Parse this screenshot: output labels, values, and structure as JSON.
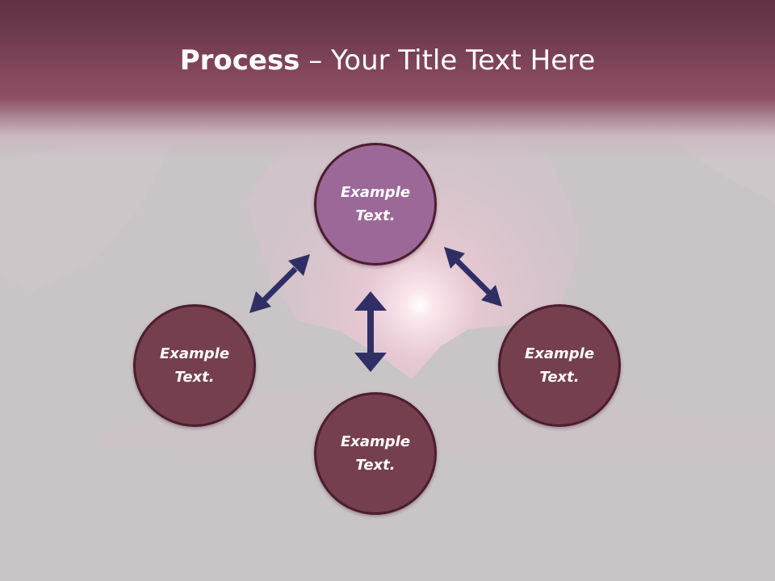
{
  "title": {
    "bold": "Process",
    "rest": " – Your Title Text Here"
  },
  "nodes": [
    {
      "id": "top",
      "line1": "Example",
      "line2": "Text."
    },
    {
      "id": "left",
      "line1": "Example",
      "line2": "Text."
    },
    {
      "id": "bottom",
      "line1": "Example",
      "line2": "Text."
    },
    {
      "id": "right",
      "line1": "Example",
      "line2": "Text."
    }
  ],
  "colors": {
    "title_band": "#8e5065",
    "node_top": "#9c6898",
    "node_other": "#753f4e",
    "node_border": "#4b1d30",
    "arrow": "#2f2f66",
    "background": "#c9c5c6"
  }
}
